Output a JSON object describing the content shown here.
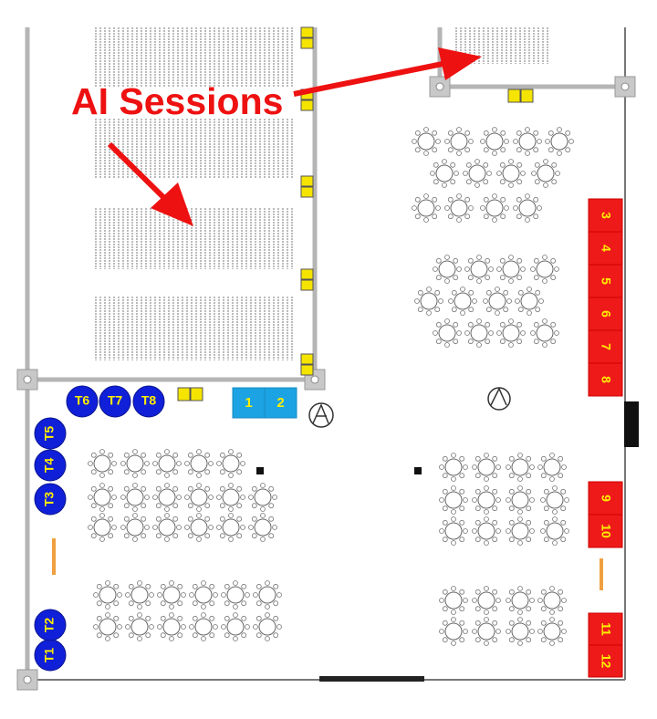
{
  "annotation": {
    "label": "AI Sessions",
    "color": "#ee1111"
  },
  "booths_red": [
    "3",
    "4",
    "5",
    "6",
    "7",
    "8",
    "9",
    "10",
    "11",
    "12"
  ],
  "booths_blue": [
    "1",
    "2"
  ],
  "tabletops": [
    "T1",
    "T2",
    "T3",
    "T4",
    "T5",
    "T6",
    "T7",
    "T8"
  ],
  "colors": {
    "red_booth": "#ee1a1a",
    "blue_booth": "#1ba3e3",
    "tabletop": "#1020d8",
    "label": "#ffee00",
    "wall": "#b5b5b5"
  }
}
